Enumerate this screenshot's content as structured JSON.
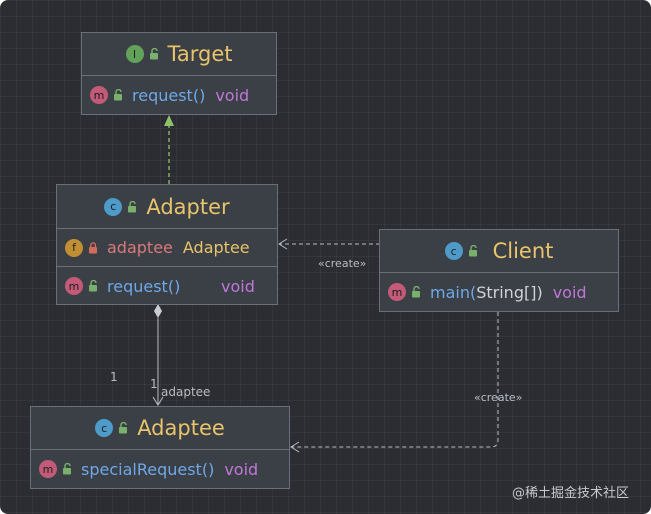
{
  "classes": {
    "target": {
      "kind_badge": "I",
      "name": "Target",
      "methods": [
        {
          "badge": "m",
          "name": "request()",
          "return_type": "void"
        }
      ]
    },
    "adapter": {
      "kind_badge": "c",
      "name": "Adapter",
      "fields": [
        {
          "badge": "f",
          "name": "adaptee",
          "type": "Adaptee"
        }
      ],
      "methods": [
        {
          "badge": "m",
          "name": "request()",
          "return_type": "void"
        }
      ]
    },
    "client": {
      "kind_badge": "c",
      "name": "Client",
      "methods": [
        {
          "badge": "m",
          "name_prefix": "main(",
          "param": "String[]",
          "name_suffix": ")",
          "return_type": "void"
        }
      ]
    },
    "adaptee": {
      "kind_badge": "c",
      "name": "Adaptee",
      "methods": [
        {
          "badge": "m",
          "name": "specialRequest()",
          "return_type": "void"
        }
      ]
    }
  },
  "relations": {
    "client_to_adapter_label": "«create»",
    "client_to_adaptee_label": "«create»",
    "aggregation_source_multiplicity": "1",
    "aggregation_target_multiplicity": "1",
    "aggregation_role": "adaptee"
  },
  "watermark": "@稀土掘金技术社区",
  "colors": {
    "background": "#2b2d33",
    "box_fill": "#3b3f46",
    "class_name": "#e8c46a",
    "method": "#6fa8e8",
    "return_type": "#c077d8",
    "field": "#d97a7a",
    "realization_arrow": "#8fc16b",
    "dependency_line": "#b8bcc4"
  }
}
